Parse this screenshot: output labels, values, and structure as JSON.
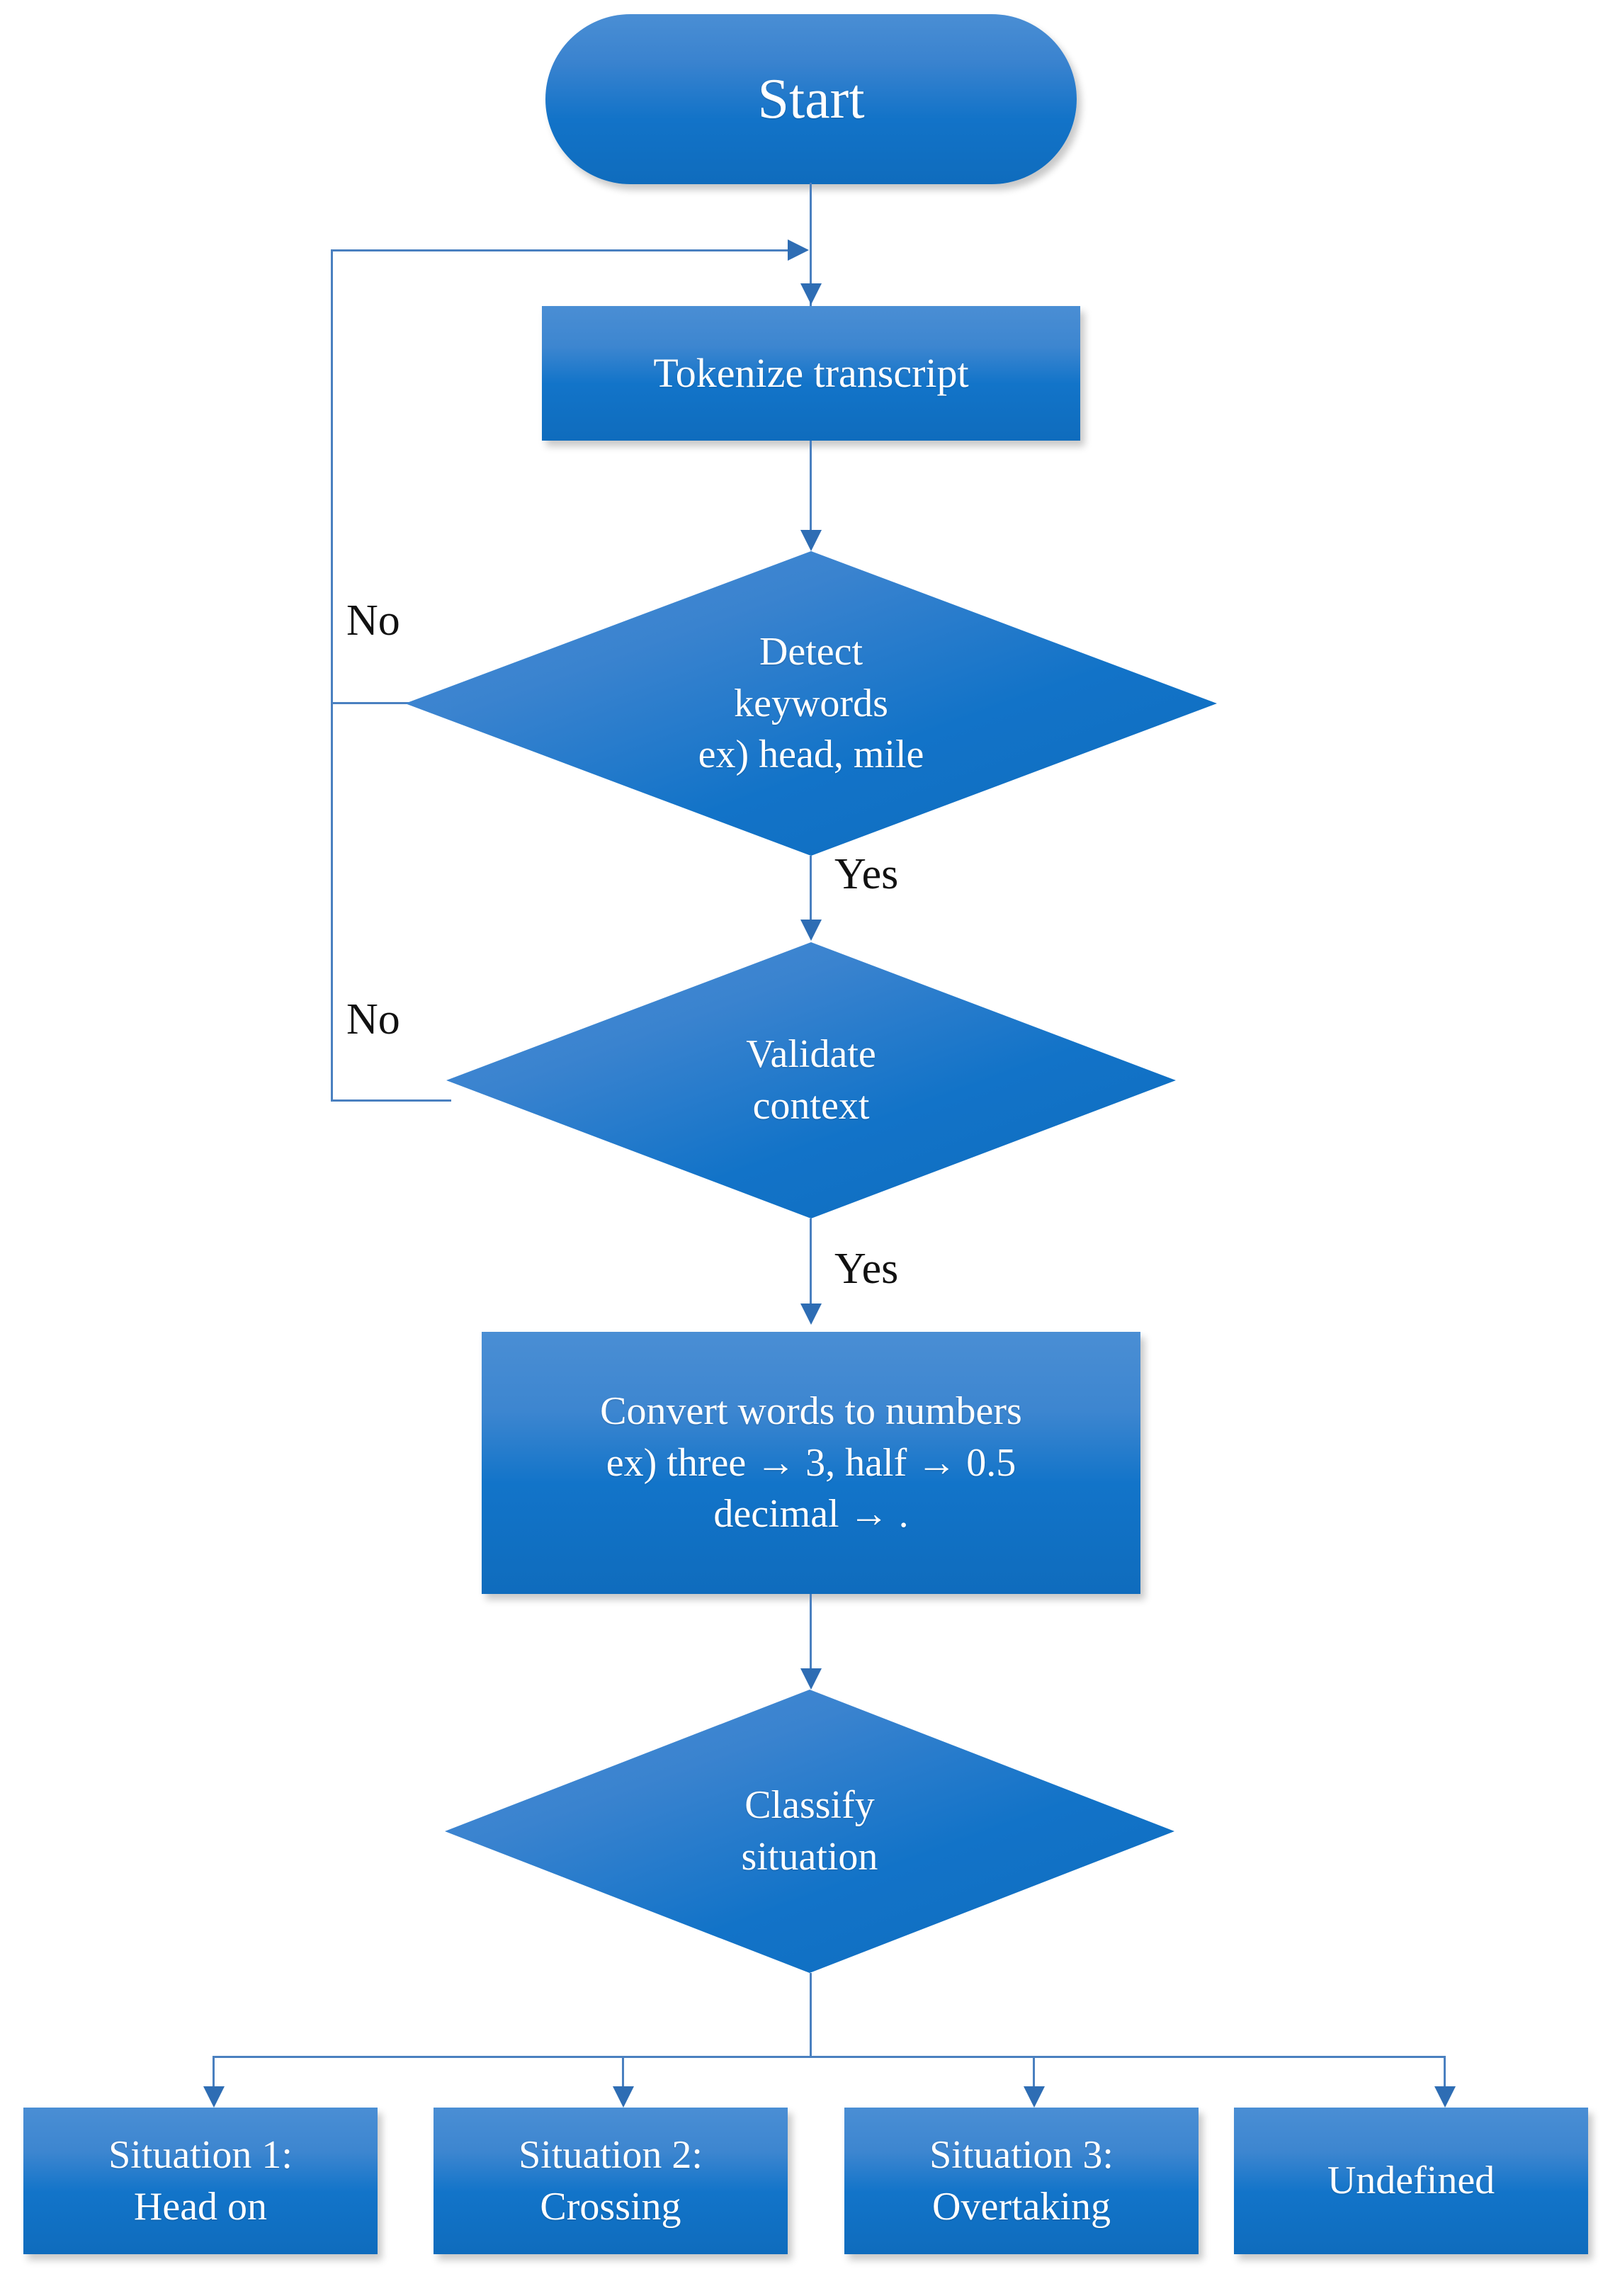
{
  "diagram": {
    "type": "flowchart",
    "title": "Transcript keyword parsing and situation classification flowchart",
    "theme": {
      "node_fill_top": "#4a8ed4",
      "node_fill_bottom": "#0f6cbd",
      "node_text": "#ffffff",
      "connector": "#4a80c0",
      "arrowhead": "#2e6db4",
      "label_text": "#111111",
      "background": "#ffffff"
    },
    "nodes": {
      "start": {
        "shape": "terminator",
        "label": "Start"
      },
      "tokenize": {
        "shape": "process",
        "label": "Tokenize transcript"
      },
      "detect": {
        "shape": "decision",
        "label": "Detect\nkeywords\nex) head, mile"
      },
      "validate": {
        "shape": "decision",
        "label": "Validate\ncontext"
      },
      "convert": {
        "shape": "process",
        "label": "Convert words to numbers\nex) three → 3, half → 0.5\ndecimal → ."
      },
      "classify": {
        "shape": "decision",
        "label": "Classify\nsituation"
      }
    },
    "outcomes": [
      {
        "id": "situation-1",
        "label": "Situation 1:\nHead on"
      },
      {
        "id": "situation-2",
        "label": "Situation 2:\nCrossing"
      },
      {
        "id": "situation-3",
        "label": "Situation 3:\nOvertaking"
      },
      {
        "id": "undefined",
        "label": "Undefined"
      }
    ],
    "edge_labels": {
      "detect_no": "No",
      "detect_yes": "Yes",
      "validate_no": "No",
      "validate_yes": "Yes"
    },
    "edges": [
      {
        "from": "start",
        "to": "tokenize",
        "label": ""
      },
      {
        "from": "tokenize",
        "to": "detect",
        "label": ""
      },
      {
        "from": "detect",
        "to": "validate",
        "label": "Yes"
      },
      {
        "from": "detect",
        "to": "tokenize",
        "label": "No"
      },
      {
        "from": "validate",
        "to": "convert",
        "label": "Yes"
      },
      {
        "from": "validate",
        "to": "tokenize",
        "label": "No"
      },
      {
        "from": "convert",
        "to": "classify",
        "label": ""
      },
      {
        "from": "classify",
        "to": "situation-1",
        "label": ""
      },
      {
        "from": "classify",
        "to": "situation-2",
        "label": ""
      },
      {
        "from": "classify",
        "to": "situation-3",
        "label": ""
      },
      {
        "from": "classify",
        "to": "undefined",
        "label": ""
      }
    ]
  }
}
